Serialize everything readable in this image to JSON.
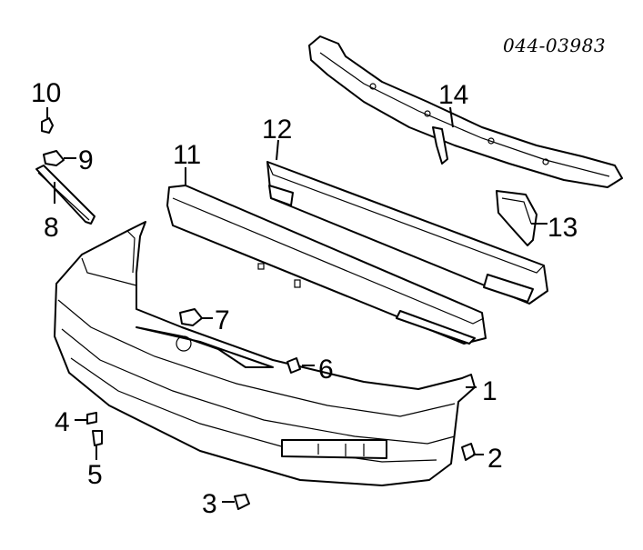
{
  "diagram": {
    "part_number": "044-03983",
    "callouts": [
      {
        "id": "1",
        "text": "1"
      },
      {
        "id": "2",
        "text": "2"
      },
      {
        "id": "3",
        "text": "3"
      },
      {
        "id": "4",
        "text": "4"
      },
      {
        "id": "5",
        "text": "5"
      },
      {
        "id": "6",
        "text": "6"
      },
      {
        "id": "7",
        "text": "7"
      },
      {
        "id": "8",
        "text": "8"
      },
      {
        "id": "9",
        "text": "9"
      },
      {
        "id": "10",
        "text": "10"
      },
      {
        "id": "11",
        "text": "11"
      },
      {
        "id": "12",
        "text": "12"
      },
      {
        "id": "13",
        "text": "13"
      },
      {
        "id": "14",
        "text": "14"
      }
    ]
  }
}
